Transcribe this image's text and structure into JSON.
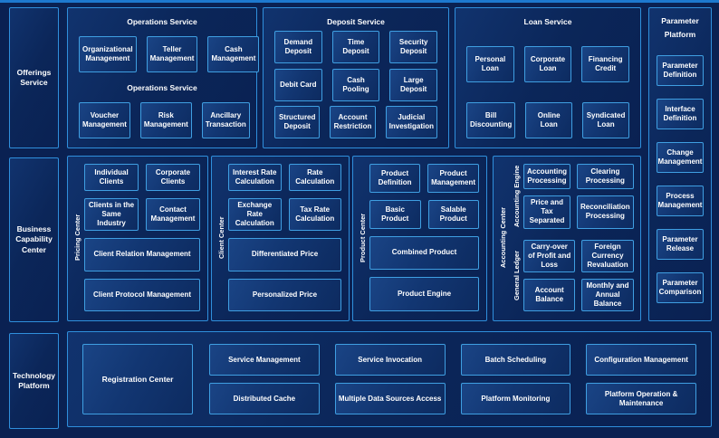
{
  "palette": {
    "background": "#0a2152",
    "panel_border": "#2f8fdc",
    "box_border": "#3f9fe2",
    "box_fill": "#123672",
    "top_line": "#1d79cf",
    "text": "#ffffff"
  },
  "diagram": {
    "left_rail": {
      "offerings_label": "Offerings Service",
      "business_capability_label": "Business Capability Center",
      "technology_label": "Technology Platform"
    },
    "operations_service": {
      "title": "Operations Service",
      "mid_label": "Operations Service",
      "row1": [
        "Organizational Management",
        "Teller Management",
        "Cash Management"
      ],
      "row2": [
        "Voucher Management",
        "Risk Management",
        "Ancillary Transaction"
      ]
    },
    "deposit_service": {
      "title": "Deposit Service",
      "items": [
        "Demand Deposit",
        "Time Deposit",
        "Security Deposit",
        "Debit Card",
        "Cash Pooling",
        "Large Deposit",
        "Structured Deposit",
        "Account Restriction",
        "Judicial Investigation"
      ]
    },
    "loan_service": {
      "title": "Loan Service",
      "items": [
        "Personal Loan",
        "Corporate Loan",
        "Financing Credit",
        "Bill Discounting",
        "Online Loan",
        "Syndicated Loan"
      ]
    },
    "parameter_platform": {
      "title": "Parameter Platform",
      "items": [
        "Parameter Definition",
        "Interface Definition",
        "Change Management",
        "Process Management",
        "Parameter Release",
        "Parameter Comparison"
      ]
    },
    "pricing_center": {
      "label": "Pricing Center",
      "small_items": [
        "Individual Clients",
        "Corporate Clients",
        "Clients in the Same Industry",
        "Contact Management"
      ],
      "wide_items": [
        "Client Relation Management",
        "Client Protocol Management"
      ]
    },
    "client_center": {
      "label": "Client Center",
      "small_items": [
        "Interest Rate Calculation",
        "Rate Calculation",
        "Exchange Rate Calculation",
        "Tax Rate Calculation"
      ],
      "wide_items": [
        "Differentiated Price",
        "Personalized Price"
      ]
    },
    "product_center": {
      "label": "Product Center",
      "small_items": [
        "Product Definition",
        "Product Management",
        "Basic Product",
        "Salable Product"
      ],
      "wide_items": [
        "Combined Product",
        "Product Engine"
      ]
    },
    "accounting_center": {
      "label": "Accounting Center",
      "accounting_engine": {
        "label": "Accounting Engine",
        "items": [
          "Accounting Processing",
          "Clearing Processing",
          "Price and Tax Separated",
          "Reconciliation Processing"
        ]
      },
      "general_ledger": {
        "label": "General Ledger",
        "items": [
          "Carry-over of Profit and Loss",
          "Foreign Currency Revaluation",
          "Account Balance",
          "Monthly and Annual Balance"
        ]
      }
    },
    "technology_platform": {
      "registration_center": "Registration Center",
      "row1": [
        "Service Management",
        "Service Invocation",
        "Batch Scheduling",
        "Configuration Management"
      ],
      "row2": [
        "Distributed Cache",
        "Multiple Data Sources Access",
        "Platform Monitoring",
        "Platform Operation & Maintenance"
      ]
    }
  }
}
